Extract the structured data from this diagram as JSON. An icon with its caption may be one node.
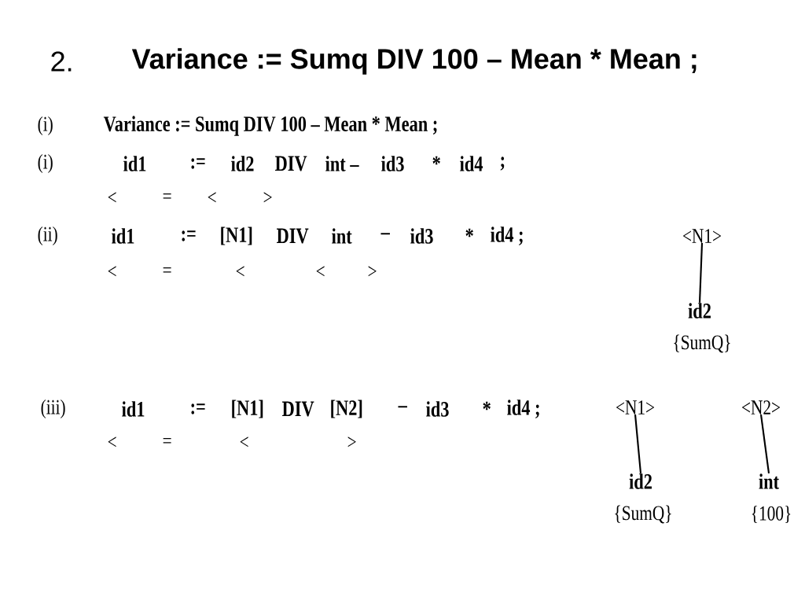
{
  "diagram": {
    "title": "Variance := Sumq DIV 100 – Mean * Mean ;",
    "nodes": [
      {
        "text": [
          "<N1>"
        ]
      },
      {
        "text": [
          "id2"
        ],
        "beside": [
          "{SumQ}"
        ]
      },
      {
        "text": [
          "<N1>"
        ]
      },
      {
        "text": [
          "id2"
        ],
        "beside": [
          "{SumQ}"
        ]
      },
      {
        "text": [
          "<N2>"
        ]
      },
      {
        "text": [
          "int"
        ],
        "beside": [
          "{100}"
        ]
      }
    ],
    "edges": [
      {
        "from": 0,
        "to": 1,
        "arrow": "none"
      },
      {
        "from": 2,
        "to": 3,
        "arrow": "none"
      },
      {
        "from": 4,
        "to": 5,
        "arrow": "none"
      }
    ],
    "labels": [
      "2.",
      "(i)",
      "Variance := Sumq DIV 100 – Mean * Mean ;",
      "(i)",
      "id1",
      ":=",
      "id2",
      "DIV",
      "int –",
      "id3",
      "*",
      "id4",
      ";",
      "<",
      "=",
      "<",
      ">",
      "(ii)",
      "id1",
      ":=",
      "[N1]",
      "DIV",
      "int",
      "–",
      "id3",
      "*",
      "id4 ;",
      "<",
      "=",
      "<",
      "<",
      ">",
      "(iii)",
      "id1",
      ":=",
      "[N1]",
      "DIV",
      "[N2]",
      "–",
      "id3",
      "*",
      "id4 ;",
      "<",
      "=",
      "<",
      ">"
    ]
  }
}
